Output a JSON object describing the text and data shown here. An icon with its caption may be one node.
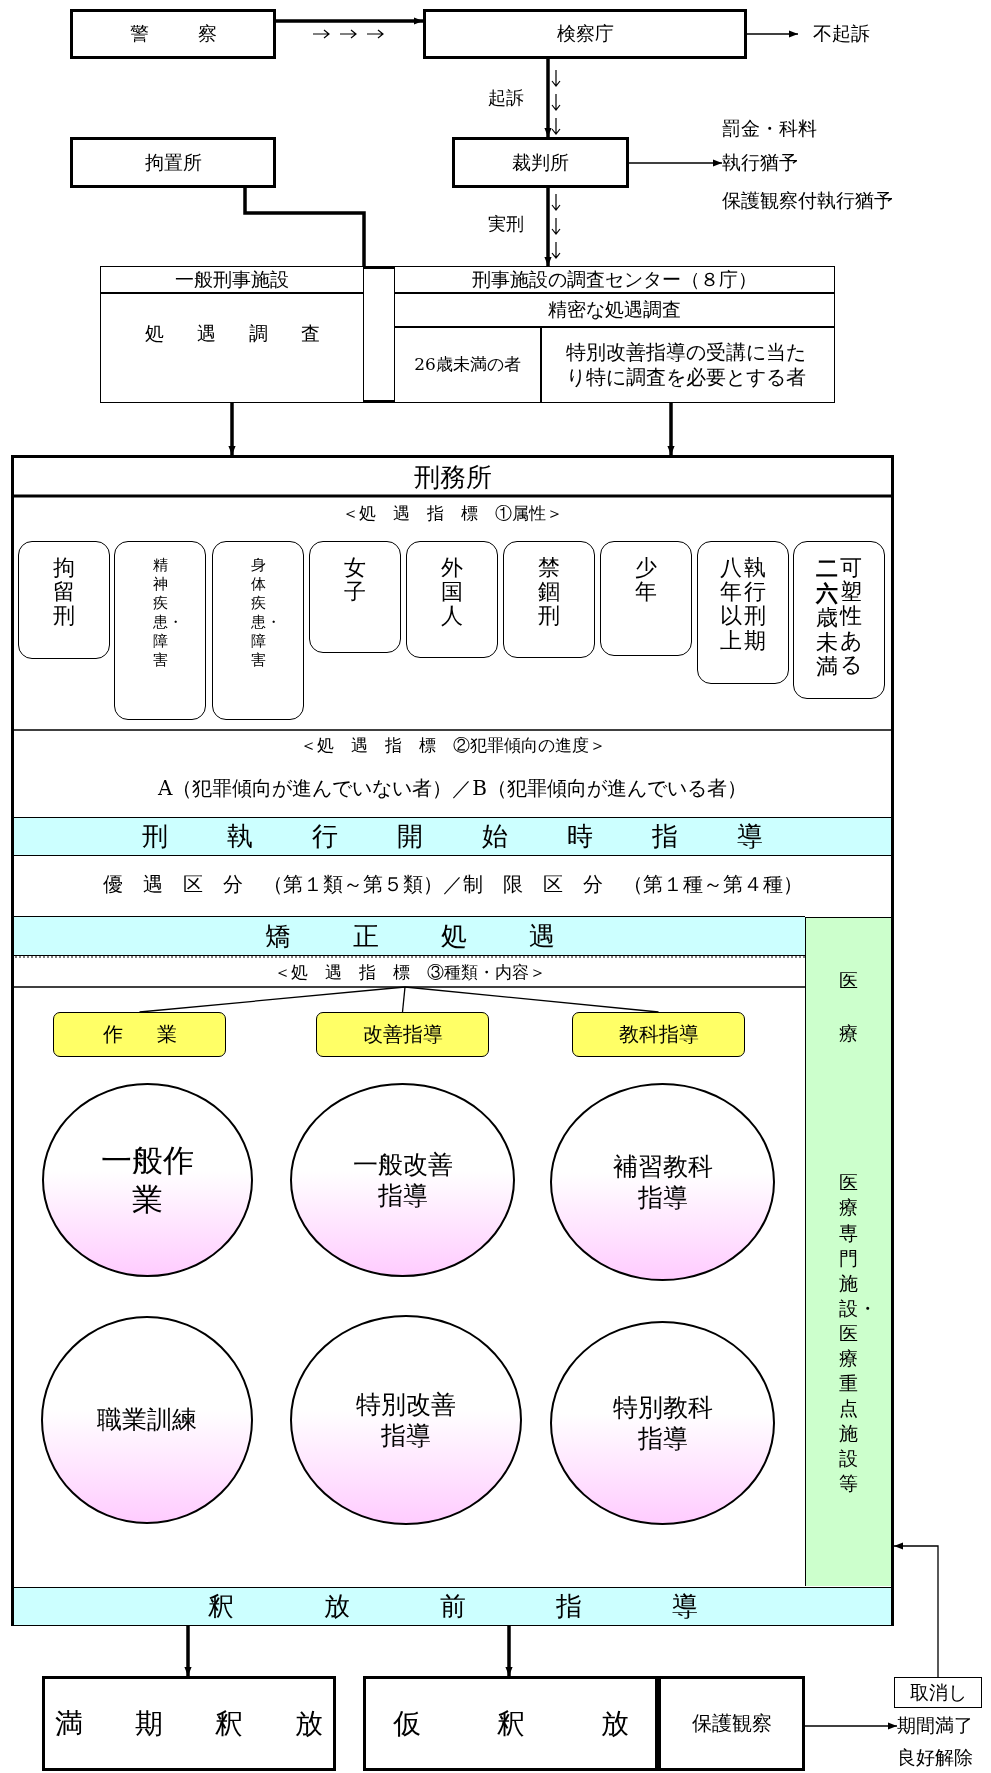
{
  "diagram": {
    "nodes": [
      {
        "text": [
          "警察"
        ]
      },
      {
        "text": [
          "検察庁"
        ]
      },
      {
        "text": [
          "不起訴"
        ]
      },
      {
        "text": [
          "拘置所"
        ]
      },
      {
        "text": [
          "裁判所"
        ]
      },
      {
        "text": [
          "執行猶予"
        ]
      },
      {
        "text": [],
        "shape": "box"
      },
      {
        "text": [
          "一般刑事施設"
        ],
        "in": 6
      },
      {
        "text": [
          "処遇調査"
        ],
        "in": 6
      },
      {
        "text": [
          "刑事施設の調査センター（８庁）"
        ],
        "in": 6
      },
      {
        "text": [
          "精密な処遇調査"
        ],
        "in": 6
      },
      {
        "text": [
          "26歳未満の者"
        ],
        "in": 6
      },
      {
        "text": [
          "特別改善指導の受講に当たり特に調査を必要とする者"
        ],
        "in": 6
      },
      {
        "text": [
          "刑務所"
        ]
      },
      {
        "text": [
          "拘留刑"
        ],
        "in": 13
      },
      {
        "text": [
          "精神疾患・障害"
        ],
        "in": 13
      },
      {
        "text": [
          "身体疾患・障害"
        ],
        "in": 13
      },
      {
        "text": [
          "女子"
        ],
        "in": 13
      },
      {
        "text": [
          "外国人"
        ],
        "in": 13
      },
      {
        "text": [
          "禁錮刑"
        ],
        "in": 13
      },
      {
        "text": [
          "少年"
        ],
        "in": 13
      },
      {
        "text": [
          "八年以上",
          "執行刑期"
        ],
        "in": 13
      },
      {
        "text": [
          "**二六**歳未満",
          "可塑性ある"
        ],
        "in": 13
      },
      {
        "text": [
          "刑執行開始時指導"
        ],
        "in": 13
      },
      {
        "text": [
          "矯正処遇"
        ],
        "in": 13
      },
      {
        "text": [
          "＜処　遇　指　標　③種類・内容＞"
        ],
        "in": 13
      },
      {
        "text": [
          "作業"
        ],
        "in": 13
      },
      {
        "text": [
          "改善指導"
        ],
        "in": 13
      },
      {
        "text": [
          "教科指導"
        ],
        "in": 13
      },
      {
        "text": [
          "一般作業"
        ],
        "in": 13
      },
      {
        "text": [
          "一般改善指導"
        ],
        "in": 13
      },
      {
        "text": [
          "補習教科指導"
        ],
        "in": 13
      },
      {
        "text": [
          "職業訓練"
        ],
        "in": 13
      },
      {
        "text": [
          "特別改善指導"
        ],
        "in": 13
      },
      {
        "text": [
          "特別教科指導"
        ],
        "in": 13
      },
      {
        "text": [
          "医療",
          "医療専門施設・医療重点施設等"
        ],
        "in": 13
      },
      {
        "text": [
          "釈放前指導"
        ],
        "in": 13
      },
      {
        "text": [
          "満期釈放"
        ]
      },
      {
        "text": [
          "仮釈放"
        ]
      },
      {
        "text": [
          "保護観察"
        ]
      },
      {
        "text": [
          "期間満了"
        ]
      },
      {
        "text": [
          "取消し"
        ]
      }
    ],
    "edges": [
      {
        "from": 0,
        "to": 1,
        "arrow": "to"
      },
      {
        "from": 1,
        "to": 2,
        "arrow": "to"
      },
      {
        "from": 1,
        "to": 4,
        "arrow": "to",
        "label": "起訴"
      },
      {
        "from": 4,
        "to": 5,
        "arrow": "to"
      },
      {
        "from": 3,
        "to": 6,
        "arrow": "none"
      },
      {
        "from": 4,
        "to": 6,
        "arrow": "to",
        "label": "実刑"
      },
      {
        "from": 6,
        "to": 13,
        "arrow": "to"
      },
      {
        "from": 6,
        "to": 13,
        "arrow": "to"
      },
      {
        "from": 25,
        "to": 26,
        "arrow": "none"
      },
      {
        "from": 25,
        "to": 27,
        "arrow": "none"
      },
      {
        "from": 25,
        "to": 28,
        "arrow": "none"
      },
      {
        "from": 13,
        "to": 37,
        "arrow": "to"
      },
      {
        "from": 13,
        "to": 38,
        "arrow": "to"
      },
      {
        "from": 39,
        "to": 40,
        "arrow": "to"
      },
      {
        "from": 41,
        "to": 13,
        "arrow": "to"
      }
    ],
    "labels": [
      "罰金・科料",
      "保護観察付執行猶予",
      "＜処　遇　指　標　①属性＞",
      "＜処　遇　指　標　②犯罪傾向の進度＞",
      "A（犯罪傾向が進んでいない者）／B（犯罪傾向が進んでいる者）",
      "優　遇　区　分　（第１類～第５類）／制　限　区　分　（第１種～第４種）",
      "良好解除"
    ]
  }
}
